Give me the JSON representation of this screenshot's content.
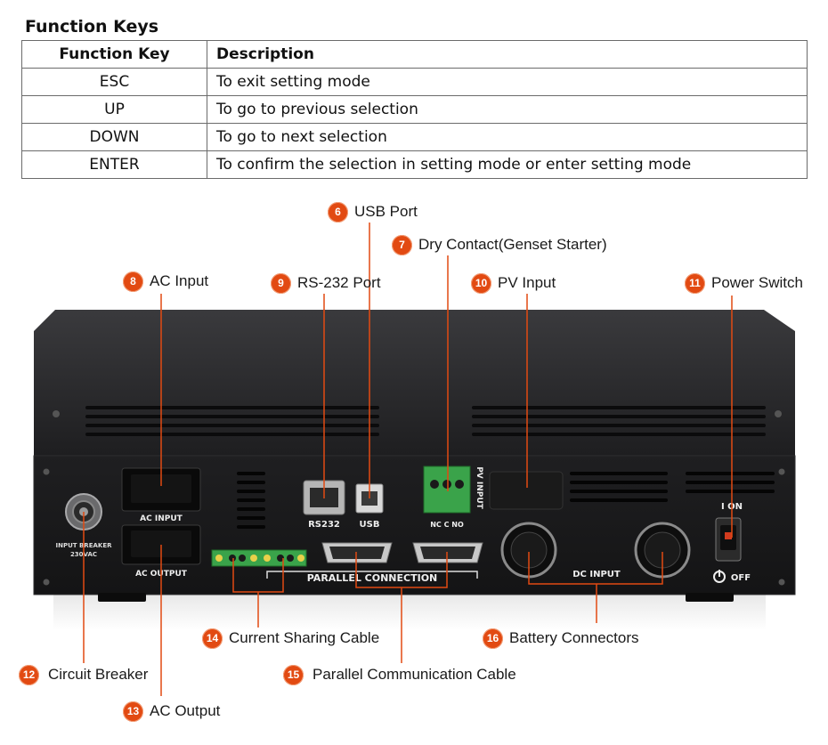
{
  "section_title": "Function Keys",
  "table": {
    "headers": [
      "Function Key",
      "Description"
    ],
    "rows": [
      {
        "key": "ESC",
        "desc": "To exit setting mode"
      },
      {
        "key": "UP",
        "desc": "To go to previous selection"
      },
      {
        "key": "DOWN",
        "desc": "To go to next selection"
      },
      {
        "key": "ENTER",
        "desc": "To confirm the selection in setting mode or enter setting mode"
      }
    ]
  },
  "callouts": [
    {
      "num": "6",
      "text": "USB Port"
    },
    {
      "num": "7",
      "text": "Dry Contact(Genset Starter)"
    },
    {
      "num": "8",
      "text": "AC Input"
    },
    {
      "num": "9",
      "text": "RS-232 Port"
    },
    {
      "num": "10",
      "text": "PV Input"
    },
    {
      "num": "11",
      "text": "Power Switch"
    },
    {
      "num": "12",
      "text": "Circuit Breaker"
    },
    {
      "num": "13",
      "text": "AC Output"
    },
    {
      "num": "14",
      "text": "Current Sharing Cable"
    },
    {
      "num": "15",
      "text": "Parallel Communication Cable"
    },
    {
      "num": "16",
      "text": "Battery Connectors"
    }
  ],
  "panel_labels": {
    "ac_input": "AC  INPUT",
    "ac_output": "AC  OUTPUT",
    "input_breaker": "INPUT BREAKER",
    "breaker_rating": "230VAC",
    "rs232": "RS232",
    "usb": "USB",
    "nc_c_no": "NC  C  NO",
    "pv_input": "PV INPUT",
    "parallel_connection": "PARALLEL CONNECTION",
    "dc_input": "DC   INPUT",
    "switch_on": "I  ON",
    "switch_off": "OFF"
  },
  "colors": {
    "badge": "#e24a12",
    "leader_line": "#e24a12",
    "chassis": "#1b1b1d",
    "terminal_green": "#3aa34a"
  }
}
